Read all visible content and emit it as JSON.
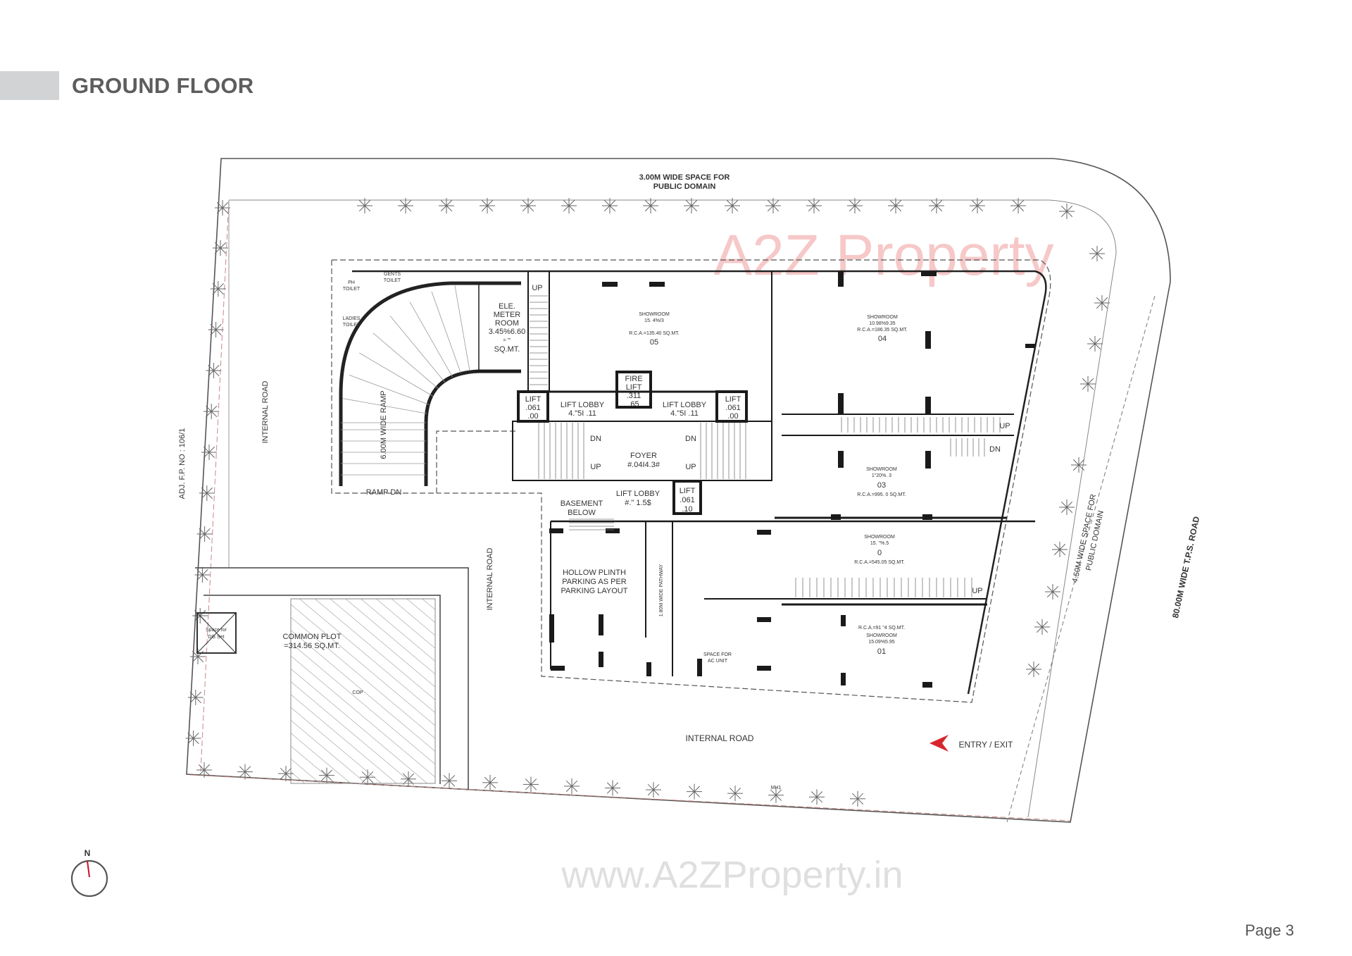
{
  "header": {
    "title": "GROUND FLOOR"
  },
  "footer": {
    "page": "Page 3"
  },
  "compass": {
    "label": "N",
    "needle_color": "#c8102e"
  },
  "watermarks": {
    "logo": "A2Z Property",
    "url": "www.A2ZProperty.in"
  },
  "site_labels": {
    "top_setback": [
      "3.00M WIDE SPACE FOR",
      "PUBLIC DOMAIN"
    ],
    "internal_road_left": "INTERNAL ROAD",
    "adjacent_plot": "ADJ. F.P. NO : 106/1",
    "internal_road_mid": "INTERNAL ROAD",
    "internal_road_bottom": "INTERNAL ROAD",
    "entry_exit": "ENTRY / EXIT",
    "manhole": "MH1",
    "right_setback": [
      "4.50M WIDE SPACE FOR",
      "PUBLIC DOMAIN"
    ],
    "main_road": "80.00M WIDE T.P.S. ROAD"
  },
  "rooms": {
    "ph_toilet": [
      "PH",
      "TOILET"
    ],
    "gents_toilet": [
      "GENTS",
      "TOILET"
    ],
    "ladies_toilet": [
      "LADIES",
      "TOILET"
    ],
    "meter_room": [
      "ELE.",
      "METER",
      "ROOM",
      "3.45%6.60",
      "=  \"\"",
      "SQ.MT."
    ],
    "stair_up_top": "UP",
    "showroom_05": [
      "SHOWROOM",
      "15. 4%/3",
      "R.C.A.=135.40 SQ.MT.",
      "05"
    ],
    "showroom_04": [
      "SHOWROOM",
      "10.98%9.35",
      "R.C.A.=186.35 SQ.MT.",
      "04"
    ],
    "fire_lift": [
      "FIRE",
      "LIFT",
      ".311",
      ".65"
    ],
    "lift_left": [
      "LIFT",
      ".061",
      ".00"
    ],
    "lift_lobby_left": [
      "LIFT LOBBY",
      "4.\"5I .11"
    ],
    "lift_lobby_right": [
      "LIFT LOBBY",
      "4.\"5I .11"
    ],
    "lift_right": [
      "LIFT",
      ".061",
      ".00"
    ],
    "stair_left": [
      "DN",
      "UP"
    ],
    "stair_right": [
      "DN",
      "UP"
    ],
    "foyer": [
      "FOYER",
      "#.04I4.3#"
    ],
    "lift_lobby_bottom": [
      "LIFT LOBBY",
      "#.\" 1.5$"
    ],
    "basement": [
      "BASEMENT",
      "BELOW"
    ],
    "lift_bottom": [
      "LIFT",
      ".061",
      ".10"
    ],
    "ramp": "6.00M WIDE RAMP",
    "ramp_dn": "RAMP DN",
    "hollow_plinth": [
      "HOLLOW PLINTH",
      "PARKING AS PER",
      "PARKING LAYOUT"
    ],
    "pathway": "1.80M WIDE PATHWAY",
    "showroom_03": [
      "SHOWROOM",
      "1\"20%. 3",
      "03",
      "R.C.A.=995. 0 SQ.MT."
    ],
    "showroom_02": [
      "SHOWROOM",
      "15. \"%.5",
      "0",
      "R.C.A.=545.05 SQ.MT."
    ],
    "showroom_01": [
      "R.C.A.=91 \"4 SQ.MT.",
      "SHOWROOM",
      "15.09%5.95",
      "01"
    ],
    "ac_unit": [
      "SPACE FOR",
      "AC UNIT"
    ],
    "stair_03_up": "UP",
    "stair_03_dn": "DN",
    "stair_01_up": "UP",
    "common_plot": [
      "COMMON PLOT",
      "=314.56 SQ.MT."
    ],
    "cop": "COP",
    "dg_set": [
      "Space for",
      "DG Set"
    ]
  },
  "colors": {
    "wall": "#1a1a1a",
    "line": "#444444",
    "entry_arrow": "#d7262d",
    "title": "#5d5d5f",
    "header_bar": "#d2d3d5"
  }
}
